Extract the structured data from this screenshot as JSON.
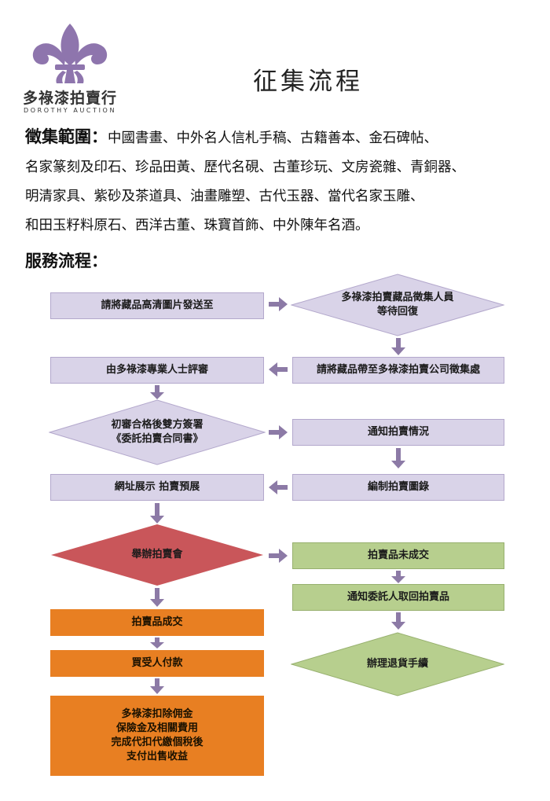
{
  "logo": {
    "name_cn": "多祿漆拍賣行",
    "name_en": "DOROTHY AUCTION",
    "color": "#8e75ad"
  },
  "title": "征集流程",
  "scope": {
    "heading": "徵集範圍：",
    "line1": "中國書畫、中外名人信札手稿、古籍善本、金石碑帖、",
    "line2": "名家篆刻及印石、珍品田黃、歷代名硯、古董珍玩、文房瓷雜、青銅器、",
    "line3": "明清家具、紫砂及茶道具、油畫雕塑、古代玉器、當代名家玉雕、",
    "line4": "和田玉籽料原石、西洋古董、珠寶首飾、中外陳年名酒。"
  },
  "service_heading": "服務流程：",
  "flow": {
    "step1": "請將藏品高清圖片發送至",
    "step2_line1": "多祿漆拍賣藏品徵集人員",
    "step2_line2": "等待回復",
    "step3": "請將藏品帶至多祿漆拍賣公司徵集處",
    "step4": "由多祿漆專業人士評審",
    "step5_line1": "初審合格後雙方簽署",
    "step5_line2": "《委託拍賣合同書》",
    "step6": "通知拍賣情況",
    "step7": "編制拍賣圖錄",
    "step8": "網址展示 拍賣預展",
    "step9": "舉辦拍賣會",
    "unsold": "拍賣品未成交",
    "notify_pickup": "通知委託人取回拍賣品",
    "return_procedure": "辦理退貨手續",
    "sold": "拍賣品成交",
    "buyer_pays": "買受人付款",
    "payout_line1": "多祿漆扣除佣金",
    "payout_line2": "保險金及相關費用",
    "payout_line3": "完成代扣代繳個稅後",
    "payout_line4": "支付出售收益"
  },
  "colors": {
    "purple_fill": "#d9d3e8",
    "purple_arrow": "#8c7aa6",
    "red_diamond": "#c9565a",
    "orange": "#e87f22",
    "green": "#b7cf8e"
  }
}
